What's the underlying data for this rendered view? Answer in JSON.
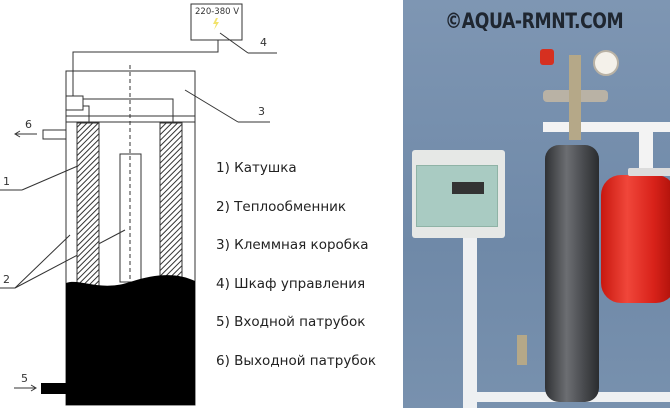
{
  "diagram": {
    "voltage_label": "220-380 V",
    "callouts": [
      "1",
      "2",
      "3",
      "4",
      "5",
      "6"
    ]
  },
  "legend": [
    "1) Катушка",
    "2) Теплообменник",
    "3) Клеммная коробка",
    "4) Шкаф управления",
    "5) Входной патрубок",
    "6)  Выходной патрубок"
  ],
  "photo": {
    "watermark": "©AQUA-RMNT.COM"
  },
  "colors": {
    "wall": "#7891ae",
    "tank": "#e0241c",
    "cylinder": "#4a4c50"
  }
}
